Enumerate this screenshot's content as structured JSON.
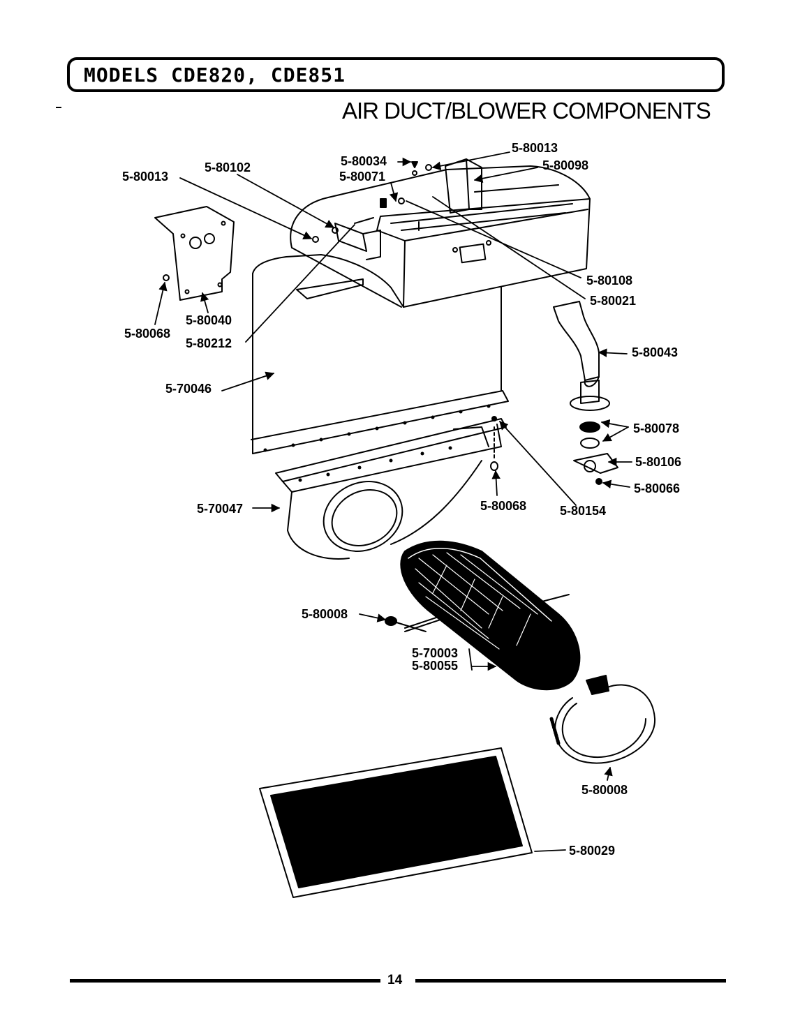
{
  "header": {
    "models": "MODELS CDE820, CDE851"
  },
  "title": "AIR DUCT/BLOWER COMPONENTS",
  "page_number": "14",
  "labels": {
    "l80013_left": "5-80013",
    "l80102": "5-80102",
    "l80034": "5-80034",
    "l80071": "5-80071",
    "l80013_top": "5-80013",
    "l80098": "5-80098",
    "l80108": "5-80108",
    "l80021": "5-80021",
    "l80040": "5-80040",
    "l80068_left": "5-80068",
    "l80212": "5-80212",
    "l80043": "5-80043",
    "l70046": "5-70046",
    "l80078": "5-80078",
    "l80106": "5-80106",
    "l80066": "5-80066",
    "l70047": "5-70047",
    "l80068_mid": "5-80068",
    "l80154": "5-80154",
    "l80008_left": "5-80008",
    "l70003": "5-70003",
    "l80055": "5-80055",
    "l80008_right": "5-80008",
    "l80029": "5-80029"
  }
}
